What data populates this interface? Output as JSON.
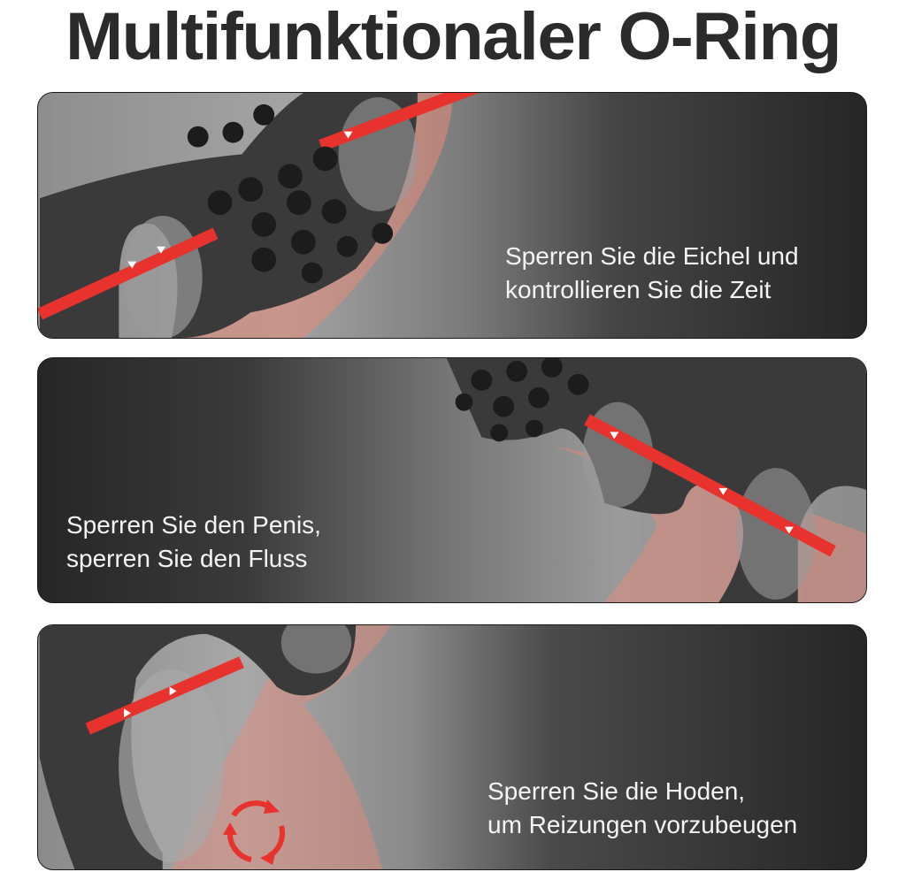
{
  "header": {
    "title": "Multifunktionaler O-Ring"
  },
  "panels": [
    {
      "lines": [
        "Sperren Sie die Eichel und",
        "kontrollieren Sie die Zeit"
      ],
      "icon": "ring-cross-section-illustration"
    },
    {
      "lines": [
        "Sperren Sie den Penis,",
        "sperren Sie den Fluss"
      ],
      "icon": "ring-cross-section-illustration"
    },
    {
      "lines": [
        "Sperren Sie die Hoden,",
        "um Reizungen vorzubeugen"
      ],
      "icon": "circular-arrows-icon"
    }
  ],
  "colors": {
    "title": "#2b2b2b",
    "accent_red": "#e8322e",
    "caption": "#f4f4f4",
    "panel_dark": "#262626"
  }
}
